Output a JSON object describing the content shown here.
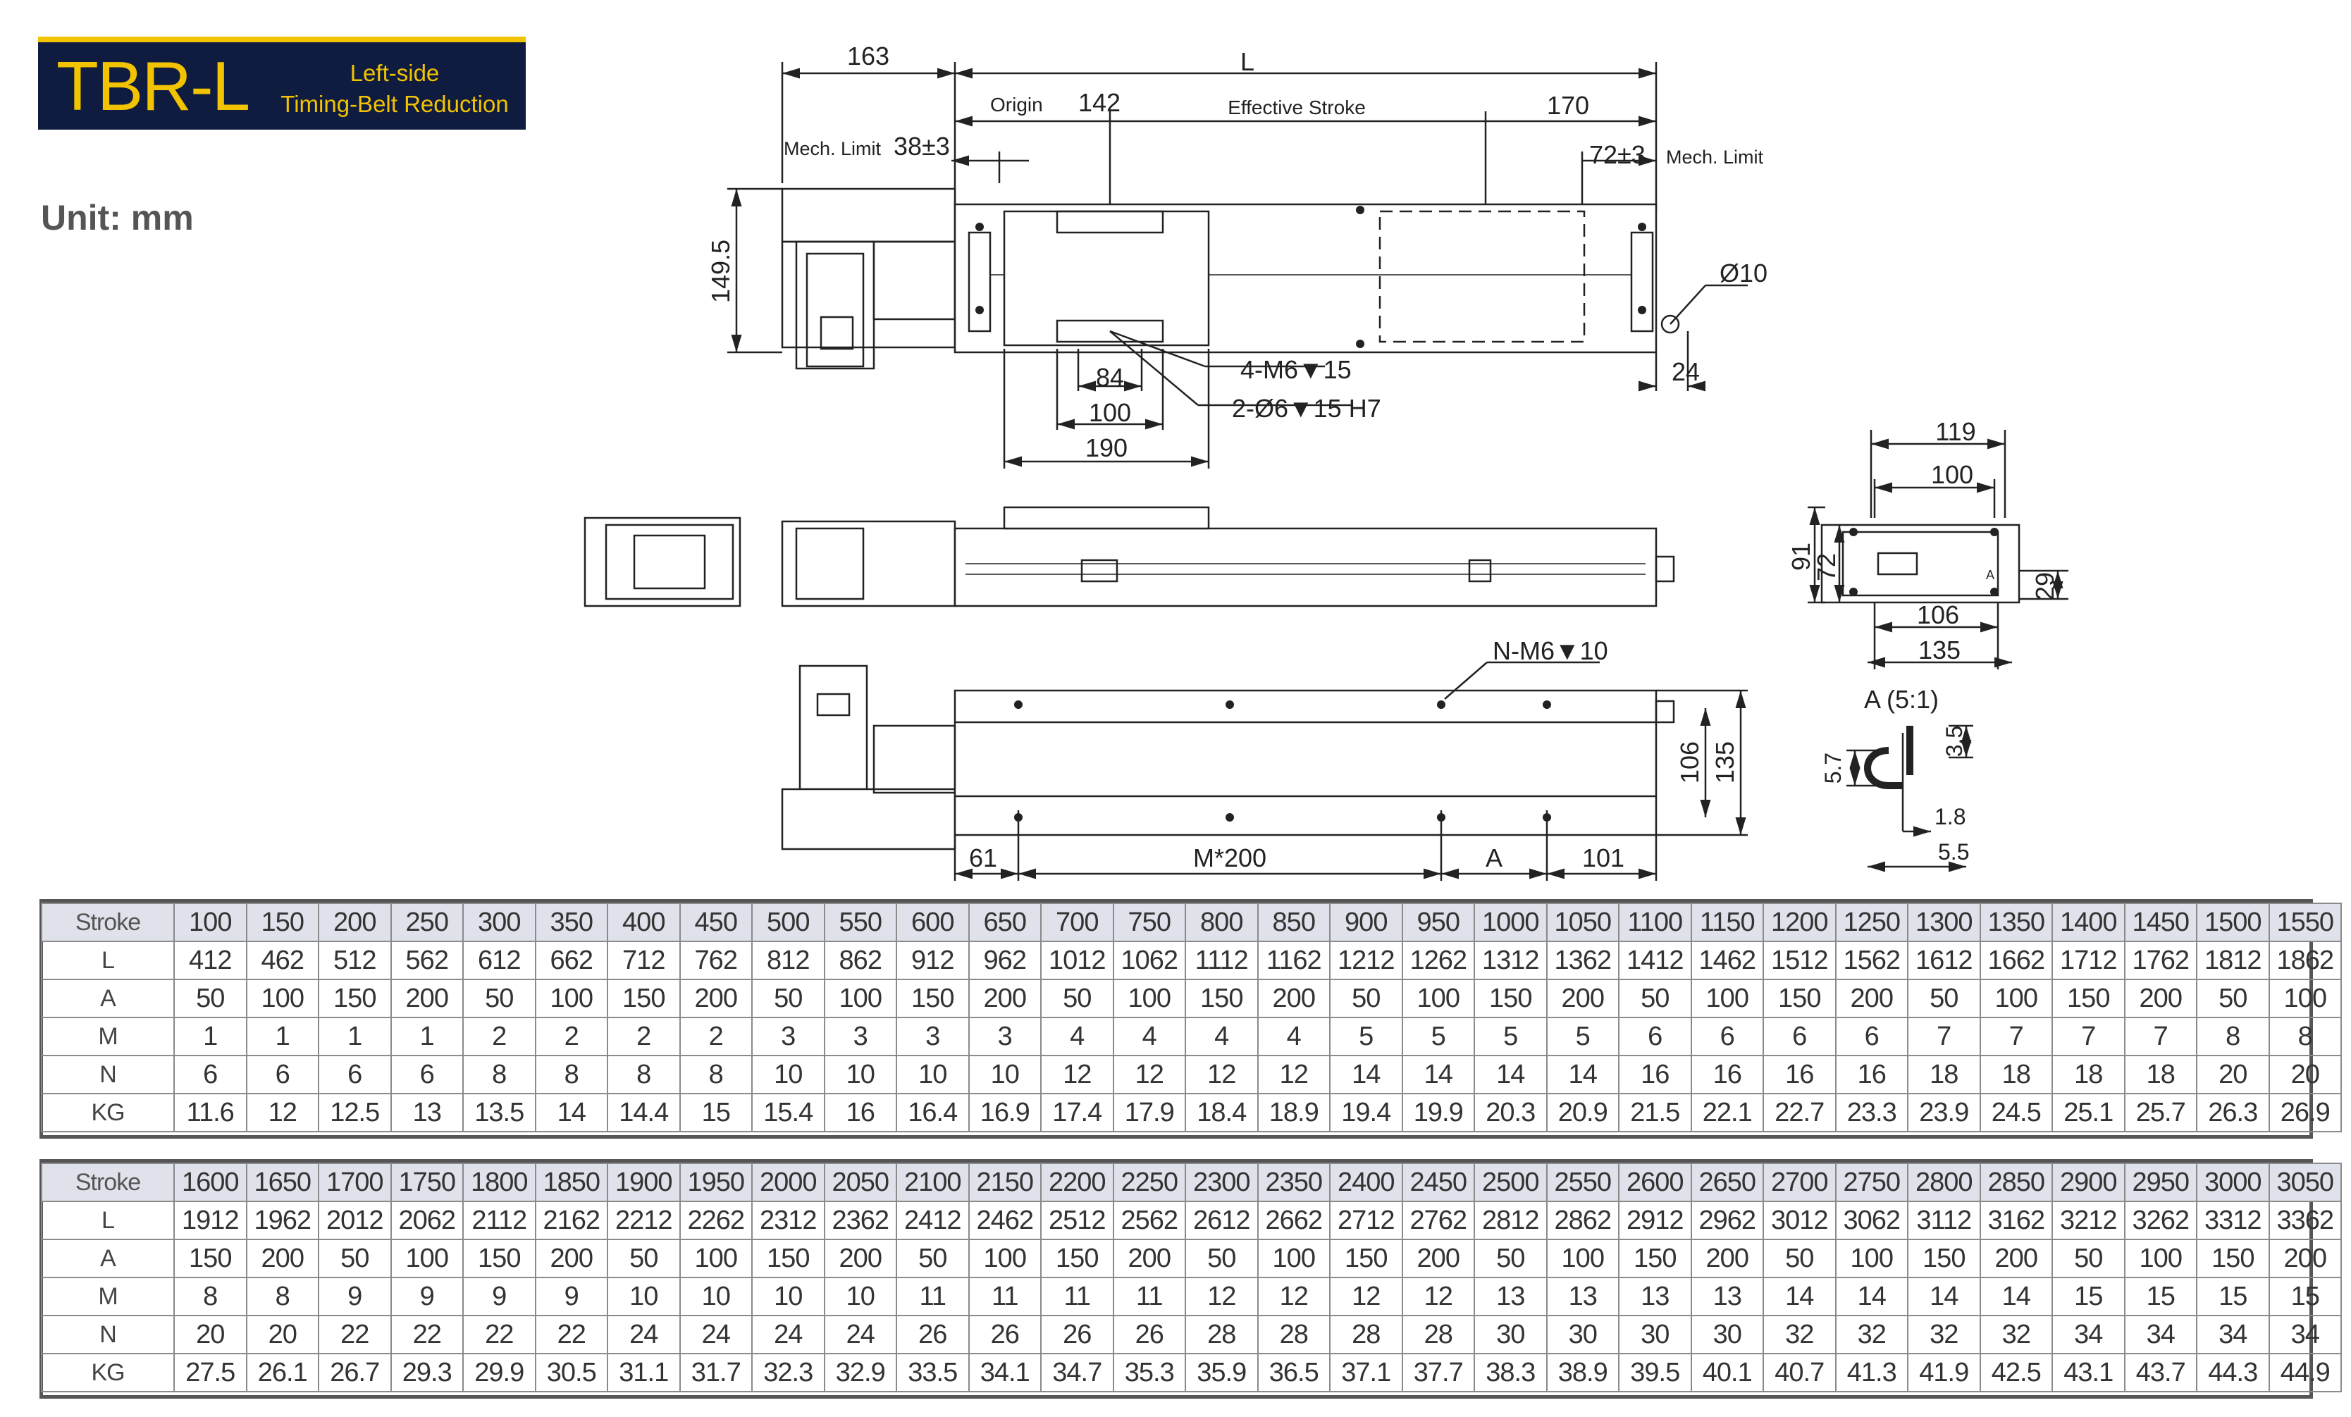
{
  "header": {
    "model": "TBR-L",
    "subtitle_line1": "Left-side",
    "subtitle_line2": "Timing-Belt Reduction",
    "unit": "Unit: mm"
  },
  "drawing": {
    "top_view": {
      "dim_163": "163",
      "dim_L": "L",
      "origin": "Origin",
      "dim_142": "142",
      "effective_stroke": "Effective Stroke",
      "dim_170": "170",
      "mech_limit_left": "Mech. Limit",
      "dim_38": "38±3",
      "dim_72": "72±3",
      "mech_limit_right": "Mech. Limit",
      "dim_149_5": "149.5",
      "dim_d10": "Ø10",
      "dim_24": "24",
      "callout_m6": "4-M6▼15",
      "callout_pin": "2-Ø6▼15 H7",
      "dim_84": "84",
      "dim_100": "100",
      "dim_190": "190"
    },
    "end_view": {
      "dim_119": "119",
      "dim_100": "100",
      "dim_91": "91",
      "dim_72": "72",
      "dim_29": "29",
      "dim_106": "106",
      "dim_135": "135",
      "label_a": "A"
    },
    "bottom_view": {
      "callout_nm6": "N-M6▼10",
      "dim_106": "106",
      "dim_135": "135",
      "dim_61": "61",
      "dim_m200": "M*200",
      "dim_a": "A",
      "dim_101": "101"
    },
    "detail_a": {
      "title": "A (5:1)",
      "dim_5_7": "5.7",
      "dim_3_5": "3.5",
      "dim_1_8": "1.8",
      "dim_5_5": "5.5"
    }
  },
  "table1": {
    "labels": [
      "Stroke",
      "L",
      "A",
      "M",
      "N",
      "KG"
    ],
    "rows": [
      [
        "100",
        "150",
        "200",
        "250",
        "300",
        "350",
        "400",
        "450",
        "500",
        "550",
        "600",
        "650",
        "700",
        "750",
        "800",
        "850",
        "900",
        "950",
        "1000",
        "1050",
        "1100",
        "1150",
        "1200",
        "1250",
        "1300",
        "1350",
        "1400",
        "1450",
        "1500",
        "1550"
      ],
      [
        "412",
        "462",
        "512",
        "562",
        "612",
        "662",
        "712",
        "762",
        "812",
        "862",
        "912",
        "962",
        "1012",
        "1062",
        "1112",
        "1162",
        "1212",
        "1262",
        "1312",
        "1362",
        "1412",
        "1462",
        "1512",
        "1562",
        "1612",
        "1662",
        "1712",
        "1762",
        "1812",
        "1862"
      ],
      [
        "50",
        "100",
        "150",
        "200",
        "50",
        "100",
        "150",
        "200",
        "50",
        "100",
        "150",
        "200",
        "50",
        "100",
        "150",
        "200",
        "50",
        "100",
        "150",
        "200",
        "50",
        "100",
        "150",
        "200",
        "50",
        "100",
        "150",
        "200",
        "50",
        "100"
      ],
      [
        "1",
        "1",
        "1",
        "1",
        "2",
        "2",
        "2",
        "2",
        "3",
        "3",
        "3",
        "3",
        "4",
        "4",
        "4",
        "4",
        "5",
        "5",
        "5",
        "5",
        "6",
        "6",
        "6",
        "6",
        "7",
        "7",
        "7",
        "7",
        "8",
        "8"
      ],
      [
        "6",
        "6",
        "6",
        "6",
        "8",
        "8",
        "8",
        "8",
        "10",
        "10",
        "10",
        "10",
        "12",
        "12",
        "12",
        "12",
        "14",
        "14",
        "14",
        "14",
        "16",
        "16",
        "16",
        "16",
        "18",
        "18",
        "18",
        "18",
        "20",
        "20"
      ],
      [
        "11.6",
        "12",
        "12.5",
        "13",
        "13.5",
        "14",
        "14.4",
        "15",
        "15.4",
        "16",
        "16.4",
        "16.9",
        "17.4",
        "17.9",
        "18.4",
        "18.9",
        "19.4",
        "19.9",
        "20.3",
        "20.9",
        "21.5",
        "22.1",
        "22.7",
        "23.3",
        "23.9",
        "24.5",
        "25.1",
        "25.7",
        "26.3",
        "26.9"
      ]
    ]
  },
  "table2": {
    "labels": [
      "Stroke",
      "L",
      "A",
      "M",
      "N",
      "KG"
    ],
    "rows": [
      [
        "1600",
        "1650",
        "1700",
        "1750",
        "1800",
        "1850",
        "1900",
        "1950",
        "2000",
        "2050",
        "2100",
        "2150",
        "2200",
        "2250",
        "2300",
        "2350",
        "2400",
        "2450",
        "2500",
        "2550",
        "2600",
        "2650",
        "2700",
        "2750",
        "2800",
        "2850",
        "2900",
        "2950",
        "3000",
        "3050"
      ],
      [
        "1912",
        "1962",
        "2012",
        "2062",
        "2112",
        "2162",
        "2212",
        "2262",
        "2312",
        "2362",
        "2412",
        "2462",
        "2512",
        "2562",
        "2612",
        "2662",
        "2712",
        "2762",
        "2812",
        "2862",
        "2912",
        "2962",
        "3012",
        "3062",
        "3112",
        "3162",
        "3212",
        "3262",
        "3312",
        "3362"
      ],
      [
        "150",
        "200",
        "50",
        "100",
        "150",
        "200",
        "50",
        "100",
        "150",
        "200",
        "50",
        "100",
        "150",
        "200",
        "50",
        "100",
        "150",
        "200",
        "50",
        "100",
        "150",
        "200",
        "50",
        "100",
        "150",
        "200",
        "50",
        "100",
        "150",
        "200"
      ],
      [
        "8",
        "8",
        "9",
        "9",
        "9",
        "9",
        "10",
        "10",
        "10",
        "10",
        "11",
        "11",
        "11",
        "11",
        "12",
        "12",
        "12",
        "12",
        "13",
        "13",
        "13",
        "13",
        "14",
        "14",
        "14",
        "14",
        "15",
        "15",
        "15",
        "15"
      ],
      [
        "20",
        "20",
        "22",
        "22",
        "22",
        "22",
        "24",
        "24",
        "24",
        "24",
        "26",
        "26",
        "26",
        "26",
        "28",
        "28",
        "28",
        "28",
        "30",
        "30",
        "30",
        "30",
        "32",
        "32",
        "32",
        "32",
        "34",
        "34",
        "34",
        "34"
      ],
      [
        "27.5",
        "26.1",
        "26.7",
        "29.3",
        "29.9",
        "30.5",
        "31.1",
        "31.7",
        "32.3",
        "32.9",
        "33.5",
        "34.1",
        "34.7",
        "35.3",
        "35.9",
        "36.5",
        "37.1",
        "37.7",
        "38.3",
        "38.9",
        "39.5",
        "40.1",
        "40.7",
        "41.3",
        "41.9",
        "42.5",
        "43.1",
        "43.7",
        "44.3",
        "44.9"
      ]
    ]
  }
}
